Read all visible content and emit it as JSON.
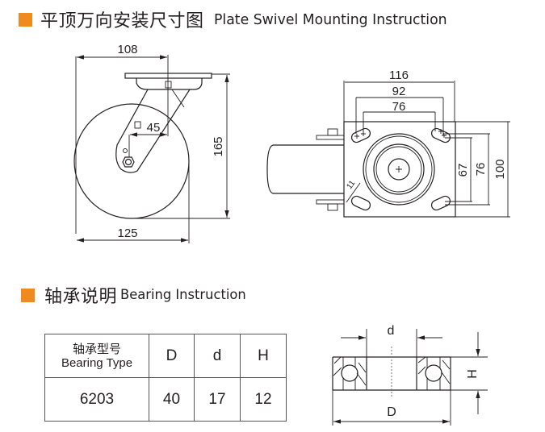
{
  "section1": {
    "icon": "orange-square-icon",
    "title_cn": "平顶万向安装尺寸图",
    "title_en": "Plate Swivel Mounting Instruction"
  },
  "side_view": {
    "dim_top_width": "108",
    "dim_offset": "45",
    "dim_height": "165",
    "dim_wheel_diameter": "125"
  },
  "top_view": {
    "dim_plate_width": "116",
    "dim_hole_span_outer": "92",
    "dim_hole_span_inner": "76",
    "dim_hole_span_v_inner": "67",
    "dim_hole_span_v_outer": "76",
    "dim_plate_length": "100",
    "slot_width_label": "11"
  },
  "section2": {
    "icon": "orange-square-icon",
    "title_cn": "轴承说明",
    "title_en": "Bearing Instruction"
  },
  "bearing_table": {
    "header_type_cn": "轴承型号",
    "header_type_en": "Bearing Type",
    "header_D": "D",
    "header_d": "d",
    "header_H": "H",
    "rows": [
      {
        "type": "6203",
        "D": "40",
        "d": "17",
        "H": "12"
      }
    ]
  },
  "bearing_diagram": {
    "label_d": "d",
    "label_H": "H",
    "label_D": "D"
  },
  "colors": {
    "accent": "#f08a1e",
    "line": "#231f20"
  }
}
